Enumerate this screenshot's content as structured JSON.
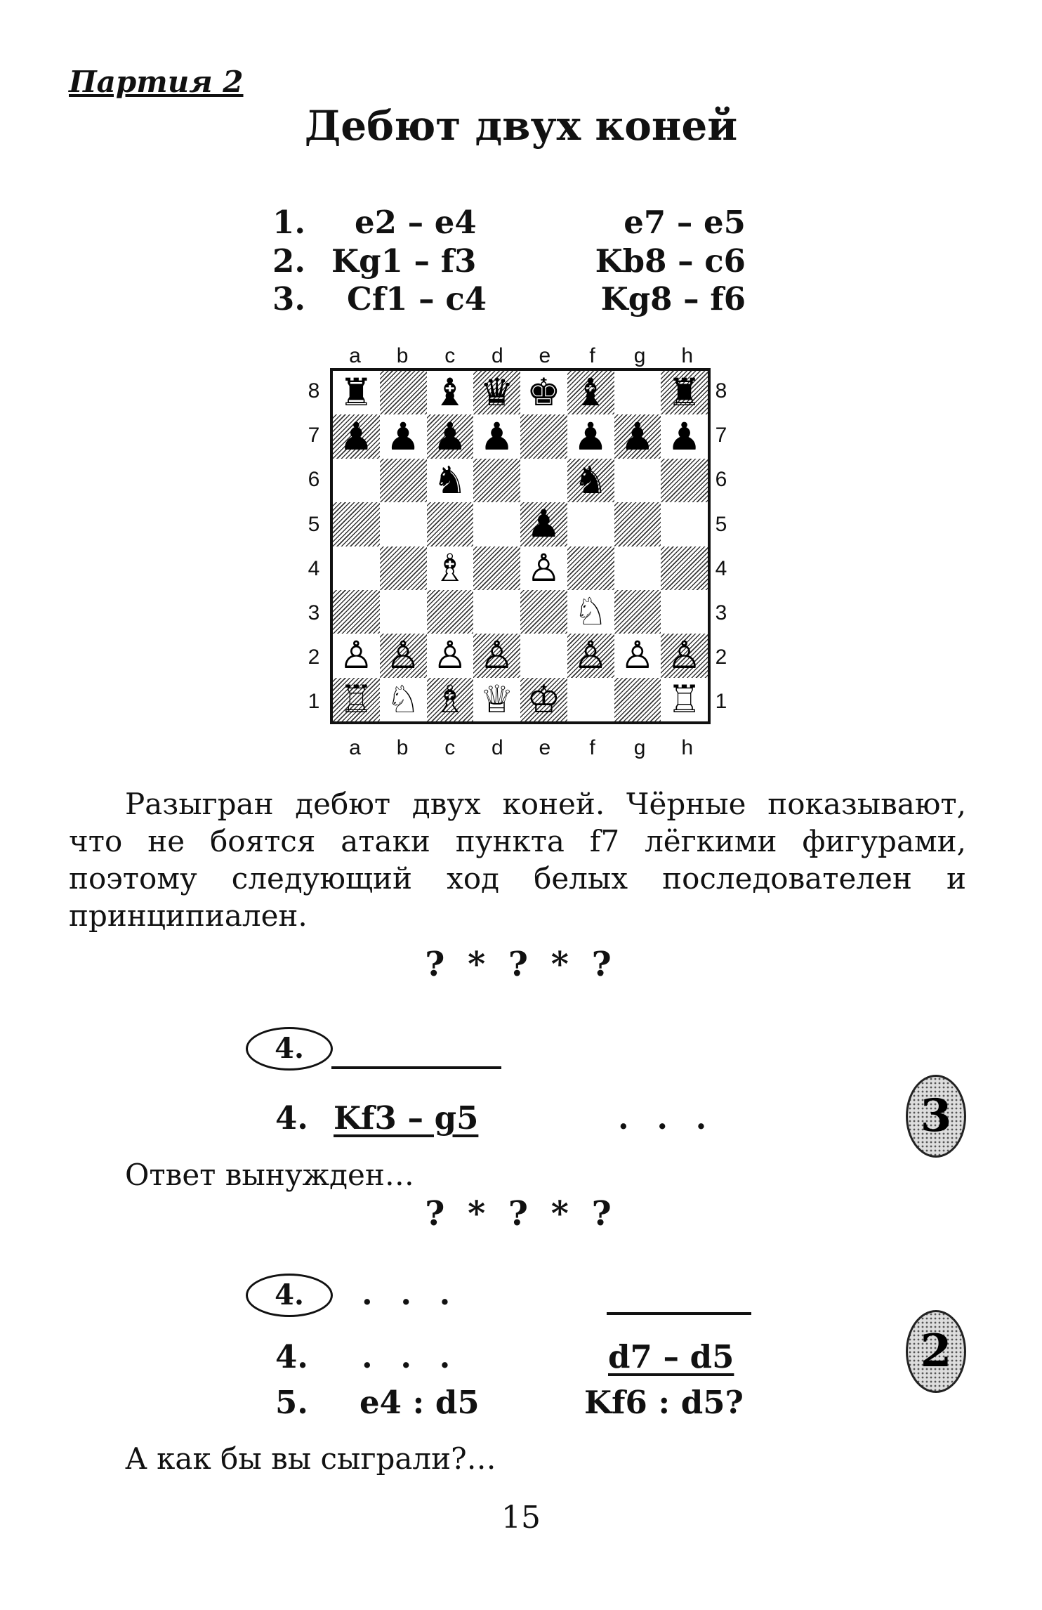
{
  "header": {
    "game_label": "Партия 2",
    "title": "Дебют двух коней"
  },
  "opening_moves": [
    {
      "num": "1.",
      "white": "e2 – e4",
      "black": "e7 – e5"
    },
    {
      "num": "2.",
      "white": "Kg1 – f3",
      "black": "Kb8 – c6"
    },
    {
      "num": "3.",
      "white": "Cf1 – c4",
      "black": "Kg8 – f6"
    }
  ],
  "board": {
    "files": [
      "a",
      "b",
      "c",
      "d",
      "e",
      "f",
      "g",
      "h"
    ],
    "ranks": [
      "8",
      "7",
      "6",
      "5",
      "4",
      "3",
      "2",
      "1"
    ],
    "position": [
      [
        "♜",
        "",
        "♝",
        "♛",
        "♚",
        "♝",
        "",
        "♜"
      ],
      [
        "♟",
        "♟",
        "♟",
        "♟",
        "",
        "♟",
        "♟",
        "♟"
      ],
      [
        "",
        "",
        "♞",
        "",
        "",
        "♞",
        "",
        ""
      ],
      [
        "",
        "",
        "",
        "",
        "♟",
        "",
        "",
        ""
      ],
      [
        "",
        "",
        "♗",
        "",
        "♙",
        "",
        "",
        ""
      ],
      [
        "",
        "",
        "",
        "",
        "",
        "♘",
        "",
        ""
      ],
      [
        "♙",
        "♙",
        "♙",
        "♙",
        "",
        "♙",
        "♙",
        "♙"
      ],
      [
        "♖",
        "♘",
        "♗",
        "♕",
        "♔",
        "",
        "",
        "♖"
      ]
    ]
  },
  "paragraph": "Разыгран дебют двух коней. Чёрные показывают, что не боятся атаки пункта f7 лёгкими фигурами, поэтому следующий ход белых последователен и принципиален.",
  "question_marks": "? * ? * ?",
  "task1": {
    "circle_label": "4.",
    "answer_num": "4.",
    "answer": "Kf3 – g5",
    "dots": ". . .",
    "score": "3"
  },
  "comment1": "Ответ вынужден…",
  "task2": {
    "circle_label": "4.",
    "dots": ". . .",
    "answer_num": "4.",
    "answer_dots": ". . .",
    "answer": "d7 – d5",
    "score": "2"
  },
  "move5": {
    "num": "5.",
    "white": "e4 : d5",
    "black": "Kf6 : d5?"
  },
  "closing": "А как бы вы сыграли?…",
  "page_number": "15"
}
